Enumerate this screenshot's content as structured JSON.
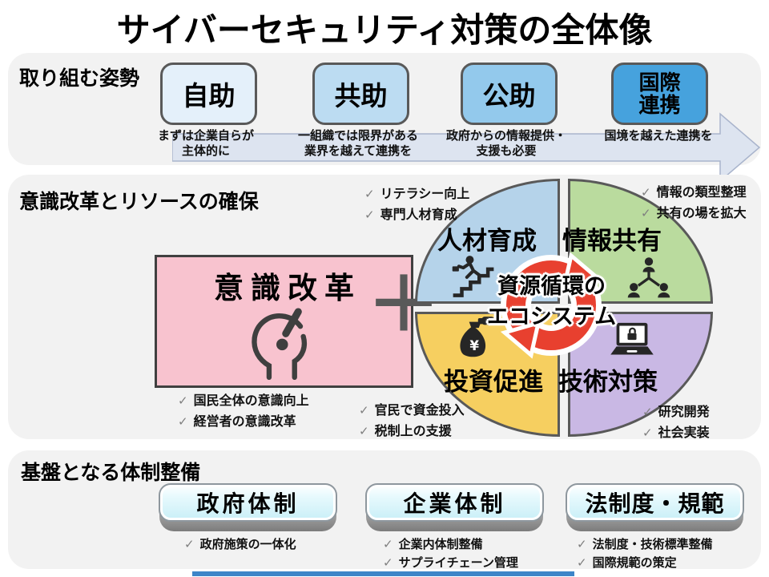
{
  "title": "サイバーセキュリティ対策の全体像",
  "glyphs": {
    "check": "✓",
    "plus": "＋"
  },
  "colors": {
    "section_bg": "#f2f2f2",
    "step_fills": [
      "#e4f0fa",
      "#bcdcf2",
      "#93c9ec",
      "#46a2dd"
    ],
    "awareness_pink": "#f8c3cf",
    "quadrant_fills": {
      "人材育成": "#b5d3ea",
      "情報共有": "#badb9e",
      "投資促進": "#f6cf60",
      "技術対策": "#c9b8e4"
    },
    "cycle_red": "#e8402f",
    "pillar_face_cyan": "#d9f3f9",
    "footer_bar_blue": "#3d85c8"
  },
  "approach": {
    "label": "取り組む姿勢",
    "steps": [
      {
        "name": "自助",
        "caption": "まずは企業自らが\n主体的に"
      },
      {
        "name": "共助",
        "caption": "一組織では限界がある\n業界を越えて連携を"
      },
      {
        "name": "公助",
        "caption": "政府からの情報提供・\n支援も必要"
      },
      {
        "name": "国際\n連携",
        "caption": "国境を越えた連携を"
      }
    ]
  },
  "resources": {
    "label": "意識改革とリソースの確保",
    "awareness": {
      "title": "意識改革",
      "icon": "head-exclamation-icon",
      "checks": [
        "国民全体の意識向上",
        "経営者の意識改革"
      ]
    },
    "ecosystem": {
      "center": "資源循環の\nエコシステム",
      "center_icon": "cycle-arrows-icon",
      "quadrants": [
        {
          "name": "人材育成",
          "icon": "person-climbing-stairs-icon",
          "checks": [
            "リテラシー向上",
            "専門人材育成"
          ]
        },
        {
          "name": "情報共有",
          "icon": "people-network-icon",
          "checks": [
            "情報の類型整理",
            "共有の場を拡大"
          ]
        },
        {
          "name": "投資促進",
          "icon": "money-bag-icon",
          "checks": [
            "官民で資金投入",
            "税制上の支援"
          ]
        },
        {
          "name": "技術対策",
          "icon": "laptop-lock-icon",
          "checks": [
            "研究開発",
            "社会実装"
          ]
        }
      ]
    }
  },
  "foundation": {
    "label": "基盤となる体制整備",
    "pillars": [
      {
        "name": "政府体制",
        "checks": [
          "政府施策の一体化"
        ]
      },
      {
        "name": "企業体制",
        "checks": [
          "企業内体制整備",
          "サプライチェーン管理"
        ]
      },
      {
        "name": "法制度・規範",
        "checks": [
          "法制度・技術標準整備",
          "国際規範の策定"
        ]
      }
    ]
  }
}
